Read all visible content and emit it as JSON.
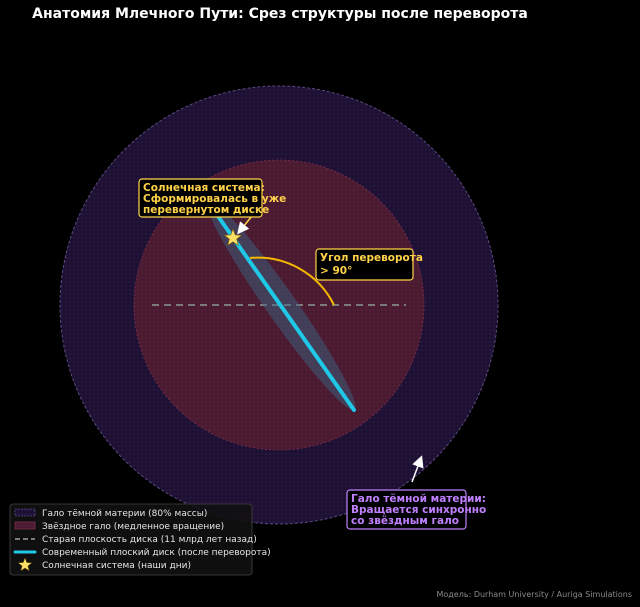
{
  "title": "Анатомия Млечного Пути: Срез структуры после переворота",
  "annotations": {
    "sun": {
      "line1": "Солнечная система:",
      "line2": "Сформировалась в уже",
      "line3": "перевернутом диске"
    },
    "angle": {
      "line1": "Угол переворота",
      "line2": "> 90°"
    },
    "dark_halo": {
      "line1": "Гало тёмной материи:",
      "line2": "Вращается синхронно",
      "line3": "со звёздным гало"
    }
  },
  "legend": [
    {
      "id": "dark-halo",
      "label": "Гало тёмной материи (80% массы)"
    },
    {
      "id": "stellar-halo",
      "label": "Звёздное гало (медленное вращение)"
    },
    {
      "id": "old-plane",
      "label": "Старая плоскость диска (11 млрд лет назад)"
    },
    {
      "id": "modern-disk",
      "label": "Современный плоский диск (после переворота)"
    },
    {
      "id": "solar-system",
      "label": "Солнечная система (наши дни)"
    }
  ],
  "credit": "Модель: Durham University / Auriga Simulations",
  "colors": {
    "dark_halo_fill": "#1e1033",
    "dark_halo_edge": "#5a4a80",
    "stellar_halo_fill": "#4a1a30",
    "modern_disk": "#1ec8e6",
    "old_plane": "#7a7a7a",
    "sun": "#ffe066",
    "angle_arc": "#f5b800",
    "gold_label": "#ffd24a",
    "purple_label": "#c080ff"
  }
}
